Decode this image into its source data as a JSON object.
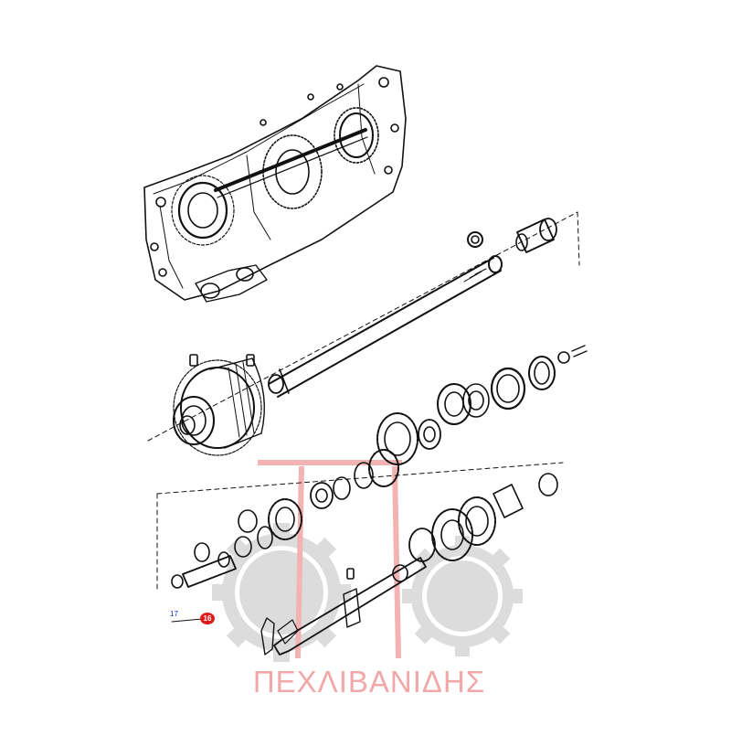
{
  "callouts": {
    "part_17": {
      "label": "17",
      "color": "#1a2bd6"
    },
    "part_16": {
      "label": "16",
      "badge_color": "#e01b1b"
    }
  },
  "watermark": {
    "text": "ΠΕΧΛΙΒΑΝΙΔΗΣ",
    "color": "#f0a8a8"
  },
  "colors": {
    "line_art": "#111111",
    "watermark_gear": "#dcdcdc",
    "watermark_pen": "#f3b3b3"
  }
}
